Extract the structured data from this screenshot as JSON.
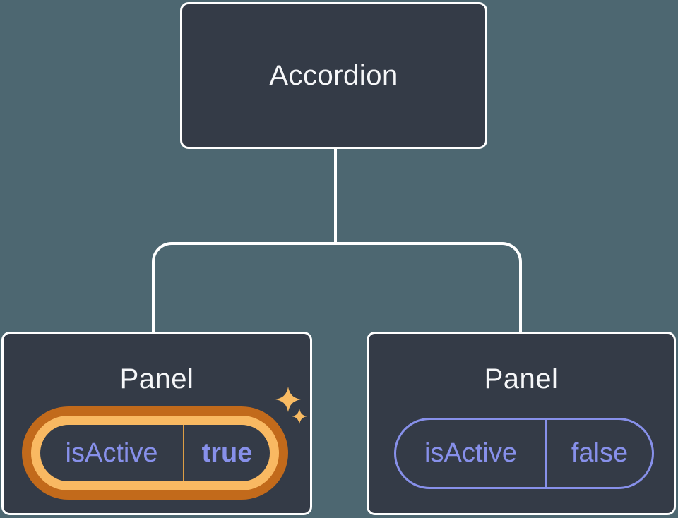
{
  "tree": {
    "root": {
      "label": "Accordion"
    },
    "children": [
      {
        "label": "Panel",
        "prop": {
          "name": "isActive",
          "value": "true"
        },
        "highlighted": true,
        "sparkles": true
      },
      {
        "label": "Panel",
        "prop": {
          "name": "isActive",
          "value": "false"
        },
        "highlighted": false,
        "sparkles": false
      }
    ]
  },
  "colors": {
    "background": "#4D6771",
    "node_fill": "#343B47",
    "node_border": "#FFFFFF",
    "connector": "#FFFFFF",
    "title_text": "#F6F7F9",
    "state_text": "#8790EA",
    "highlight_ring_outer": "#C26A1B",
    "highlight_ring_inner": "#F9B962",
    "highlight_divider": "#DD9E45",
    "sparkle": "#F9BB63"
  }
}
